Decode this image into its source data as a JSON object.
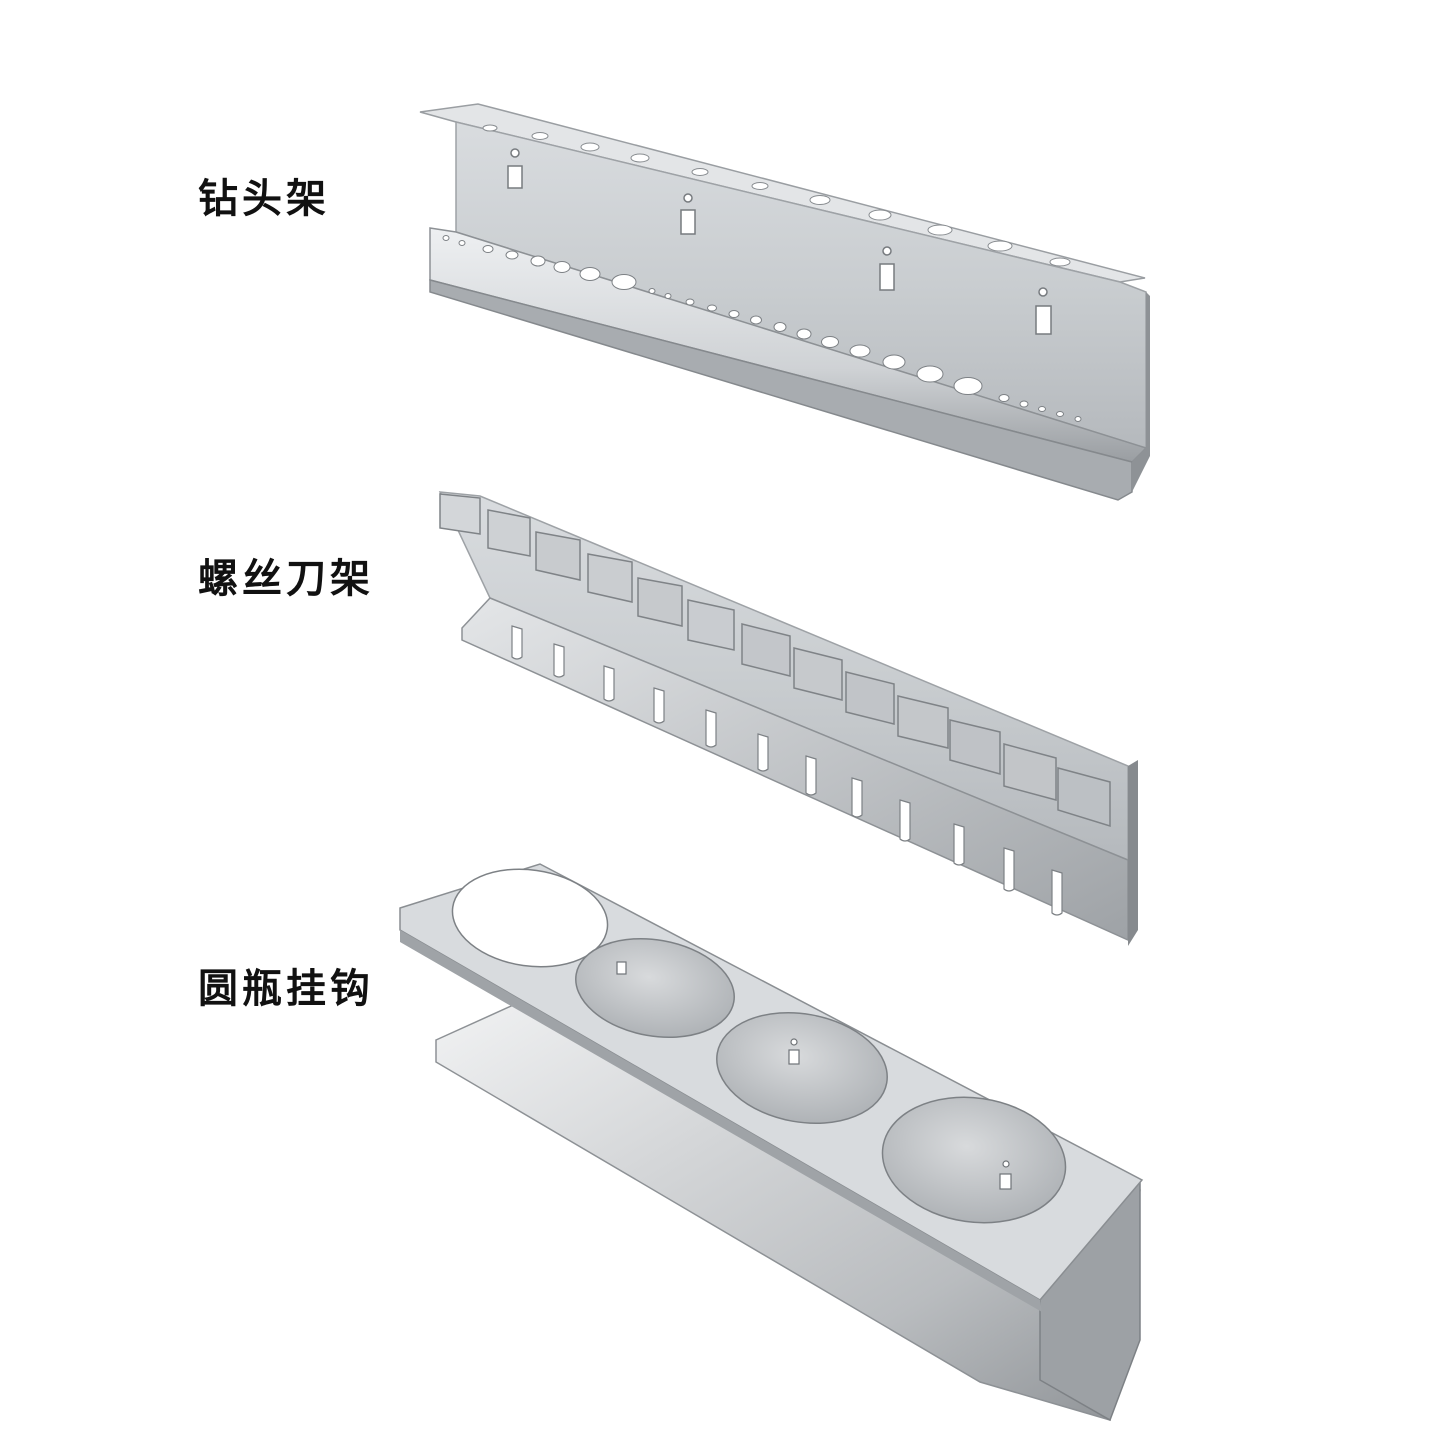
{
  "labels": {
    "drill_rack": "钻头架",
    "screwdriver_rack": "螺丝刀架",
    "bottle_hook": "圆瓶挂钩"
  },
  "colors": {
    "background": "#ffffff",
    "metal_light": "#e6e8ea",
    "metal_mid": "#c4c7ca",
    "metal_dark": "#8d9195",
    "text": "#111111"
  }
}
